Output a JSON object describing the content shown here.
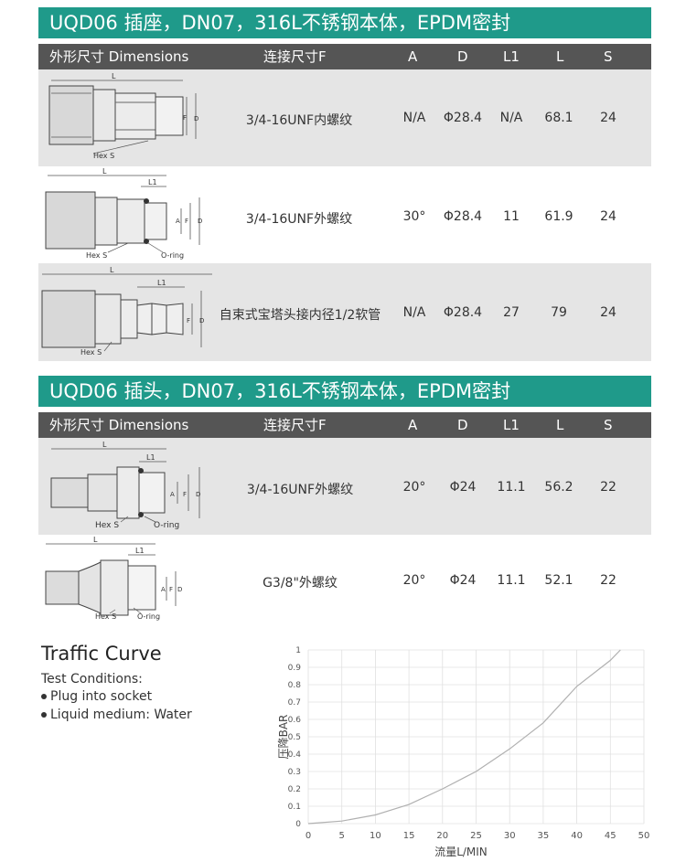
{
  "section1": {
    "title": "UQD06 插座，DN07，316L不锈钢本体，EPDM密封",
    "headers": {
      "dim": "外形尺寸 Dimensions",
      "f": "连接尺寸F",
      "a": "A",
      "d": "D",
      "l1": "L1",
      "l": "L",
      "s": "S"
    },
    "rows": [
      {
        "f": "3/4-16UNF内螺纹",
        "a": "N/A",
        "d": "Φ28.4",
        "l1": "N/A",
        "l": "68.1",
        "s": "24",
        "labels": {
          "l": "L",
          "hex": "Hex S",
          "f": "F",
          "d": "D"
        }
      },
      {
        "f": "3/4-16UNF外螺纹",
        "a": "30°",
        "d": "Φ28.4",
        "l1": "11",
        "l": "61.9",
        "s": "24",
        "labels": {
          "l": "L",
          "l1": "L1",
          "hex": "Hex S",
          "oring": "O-ring",
          "a": "A",
          "f": "F",
          "d": "D"
        }
      },
      {
        "f": "自束式宝塔头接内径1/2软管",
        "a": "N/A",
        "d": "Φ28.4",
        "l1": "27",
        "l": "79",
        "s": "24",
        "labels": {
          "l": "L",
          "l1": "L1",
          "hex": "Hex S",
          "f": "F",
          "d": "D"
        }
      }
    ]
  },
  "section2": {
    "title": "UQD06 插头，DN07，316L不锈钢本体，EPDM密封",
    "headers": {
      "dim": "外形尺寸 Dimensions",
      "f": "连接尺寸F",
      "a": "A",
      "d": "D",
      "l1": "L1",
      "l": "L",
      "s": "S"
    },
    "rows": [
      {
        "f": "3/4-16UNF外螺纹",
        "a": "20°",
        "d": "Φ24",
        "l1": "11.1",
        "l": "56.2",
        "s": "22",
        "labels": {
          "l": "L",
          "l1": "L1",
          "hex": "Hex S",
          "oring": "O-ring",
          "a": "A",
          "f": "F",
          "d": "D"
        }
      },
      {
        "f": "G3/8\"外螺纹",
        "a": "20°",
        "d": "Φ24",
        "l1": "11.1",
        "l": "52.1",
        "s": "22",
        "labels": {
          "l": "L",
          "l1": "L1",
          "hex": "Hex S",
          "oring": "O-ring",
          "a": "A",
          "f": "F",
          "d": "D"
        }
      }
    ]
  },
  "curve": {
    "title": "Traffic Curve",
    "conditions_label": "Test Conditions:",
    "conditions": [
      "Plug into socket",
      "Liquid medium: Water"
    ]
  },
  "chart_data": {
    "type": "line",
    "xlabel": "流量L/MIN",
    "ylabel": "压降BAR",
    "xlim": [
      0,
      50
    ],
    "ylim": [
      0,
      1
    ],
    "xticks": [
      0,
      5,
      10,
      15,
      20,
      25,
      30,
      35,
      40,
      45,
      50
    ],
    "yticks": [
      0,
      0.1,
      0.2,
      0.3,
      0.4,
      0.5,
      0.6,
      0.7,
      0.8,
      0.9,
      1
    ],
    "grid": true,
    "series": [
      {
        "x": [
          0,
          5,
          10,
          15,
          20,
          25,
          30,
          35,
          40,
          45,
          46.5
        ],
        "y": [
          0,
          0.015,
          0.05,
          0.11,
          0.2,
          0.3,
          0.43,
          0.58,
          0.79,
          0.94,
          1.0
        ],
        "color": "#b0b0b0"
      }
    ]
  }
}
